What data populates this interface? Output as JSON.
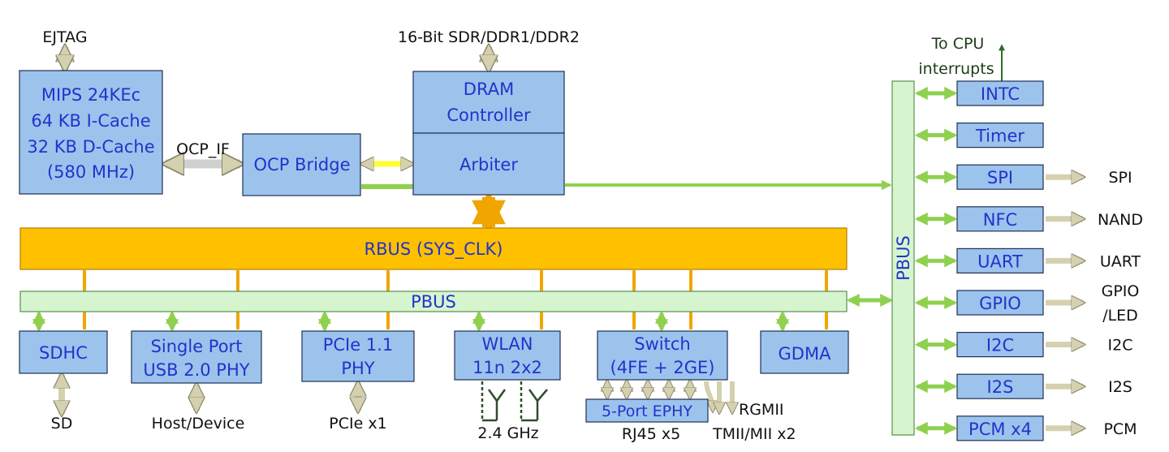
{
  "colors": {
    "block_fill": "#9cc3ec",
    "block_border": "#1f2f55",
    "block_text": "#2233cc",
    "rbus_fill": "#ffc000",
    "pbus_fill": "#d6f5cf",
    "green_arrow": "#8fd14f",
    "orange_arrow": "#f0a500",
    "gray_arrow": "#d5d1b0",
    "yellow_arrow": "#ffff33"
  },
  "cpu": {
    "line1": "MIPS 24KEc",
    "line2": "64 KB I-Cache",
    "line3": "32 KB D-Cache",
    "line4": "(580 MHz)"
  },
  "ejtag": "EJTAG",
  "ocp_if": "OCP_IF",
  "ocp_bridge": "OCP Bridge",
  "dram": {
    "title": "16-Bit SDR/DDR1/DDR2",
    "line1": "DRAM",
    "line2": "Controller",
    "arbiter": "Arbiter"
  },
  "rbus": "RBUS (SYS_CLK)",
  "pbus_h": "PBUS",
  "pbus_v": "PBUS",
  "to_cpu": {
    "line1": "To CPU",
    "line2": "interrupts"
  },
  "peripherals": [
    {
      "name": "INTC",
      "ext": ""
    },
    {
      "name": "Timer",
      "ext": ""
    },
    {
      "name": "SPI",
      "ext": "SPI"
    },
    {
      "name": "NFC",
      "ext": "NAND"
    },
    {
      "name": "UART",
      "ext": "UART"
    },
    {
      "name": "GPIO",
      "ext": "GPIO",
      "ext2": "/LED"
    },
    {
      "name": "I2C",
      "ext": "I2C"
    },
    {
      "name": "I2S",
      "ext": "I2S"
    },
    {
      "name": "PCM x4",
      "ext": "PCM"
    }
  ],
  "bottom": {
    "sdhc": "SDHC",
    "sd": "SD",
    "usb": {
      "line1": "Single Port",
      "line2": "USB 2.0 PHY",
      "ext": "Host/Device"
    },
    "pcie": {
      "line1": "PCIe 1.1",
      "line2": "PHY",
      "ext": "PCIe x1"
    },
    "wlan": {
      "line1": "WLAN",
      "line2": "11n 2x2",
      "ext": "2.4 GHz"
    },
    "switch": {
      "line1": "Switch",
      "line2": "(4FE + 2GE)",
      "rgmii": "RGMII",
      "tmii": "TMII/MII x2"
    },
    "ephy": {
      "label": "5-Port EPHY",
      "ext": "RJ45 x5"
    },
    "gdma": "GDMA"
  }
}
